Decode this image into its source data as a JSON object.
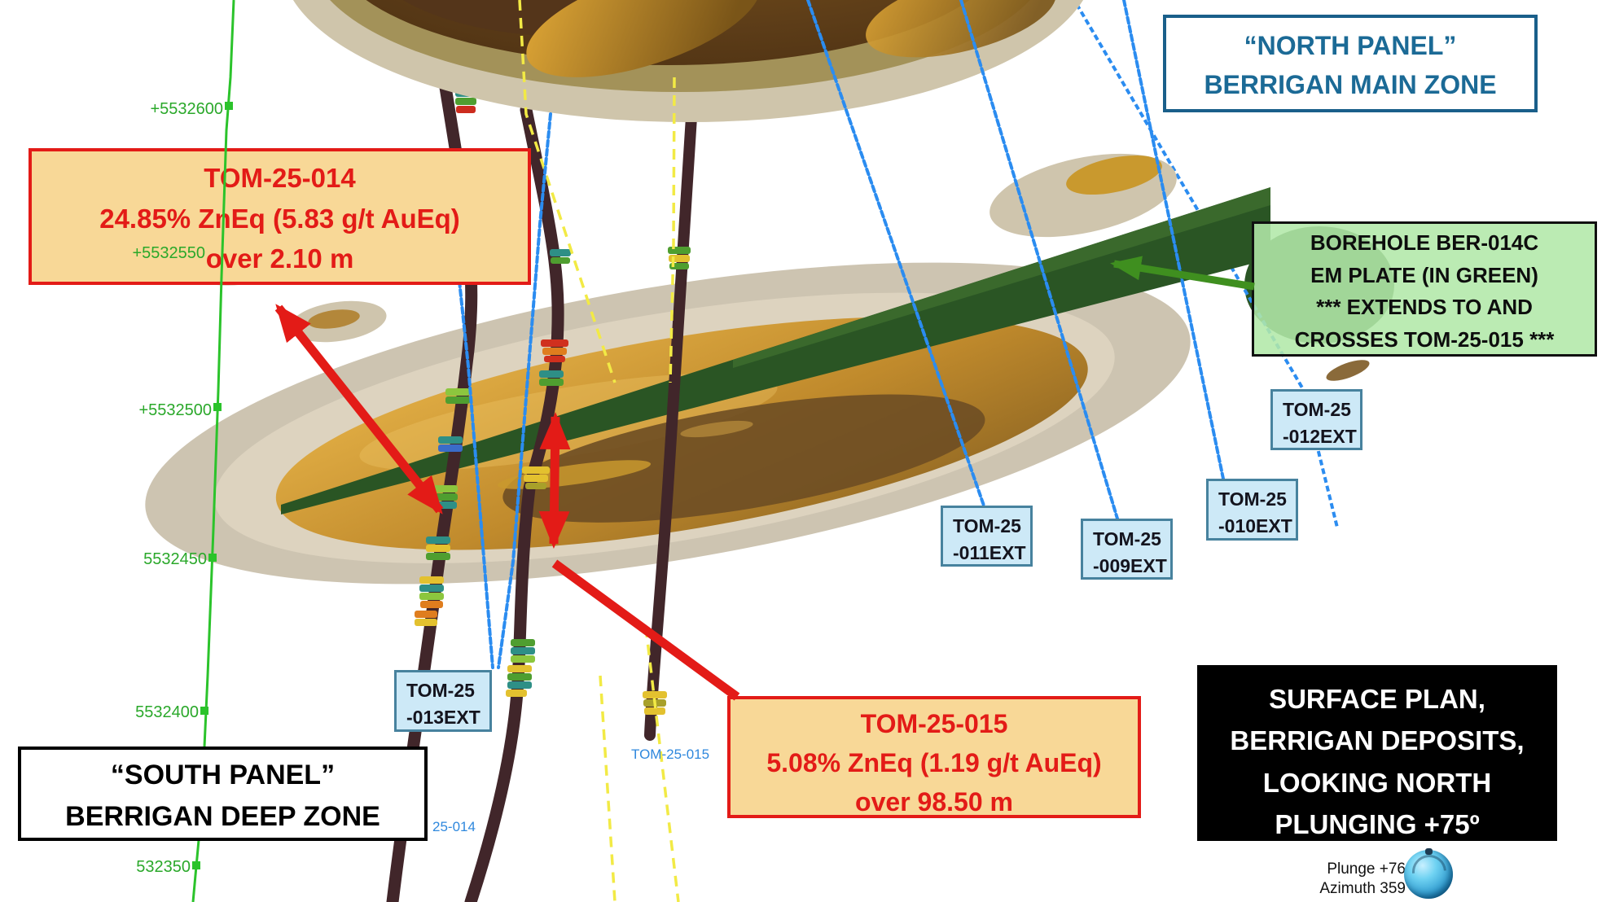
{
  "colors": {
    "result_accent": "#e31b17",
    "result_bg": "#f8d897",
    "north_panel_text": "#1b6a96",
    "hole_label_bg": "#cde9f7",
    "hole_label_border": "#47829e",
    "em_note_bg": "#b4e9ab",
    "em_plate_green": "#2a5524",
    "axis_green": "#2bc32b",
    "drill_line_blue": "#2b8cf0",
    "planned_line_yellow": "#f2ea45",
    "drill_trace_brown": "#41262a",
    "ore_gold": "#c9992e"
  },
  "scene": {
    "axis_labels": [
      "+5532600",
      "+5532550",
      "+5532500",
      "5532450",
      "5532400",
      "532350"
    ],
    "drill_trace_labels": {
      "tom_25_015": "TOM-25-015",
      "tom_25_014_partial": "25-014"
    }
  },
  "annotations": {
    "north_panel": {
      "line1": "“NORTH PANEL”",
      "line2": "BERRIGAN MAIN ZONE"
    },
    "south_panel": {
      "line1": "“SOUTH PANEL”",
      "line2": "BERRIGAN DEEP ZONE"
    },
    "result_014": {
      "line1": "TOM-25-014",
      "line2": "24.85% ZnEq (5.83 g/t AuEq)",
      "line3": "over 2.10 m"
    },
    "result_015": {
      "line1": "TOM-25-015",
      "line2": "5.08% ZnEq (1.19 g/t AuEq)",
      "line3": "over 98.50 m"
    },
    "em_plate_note": {
      "line1": "BOREHOLE BER-014C",
      "line2": "EM PLATE (IN GREEN)",
      "line3": "*** EXTENDS TO AND",
      "line4": "CROSSES TOM-25-015 ***"
    },
    "view_info": {
      "line1": "SURFACE PLAN,",
      "line2": "BERRIGAN DEPOSITS,",
      "line3": "LOOKING NORTH",
      "line4": "PLUNGING +75º"
    },
    "hole_labels": {
      "h013": {
        "line1": "TOM-25",
        "line2": "-013EXT"
      },
      "h011": {
        "line1": "TOM-25",
        "line2": "-011EXT"
      },
      "h009": {
        "line1": "TOM-25",
        "line2": "-009EXT"
      },
      "h010": {
        "line1": "TOM-25",
        "line2": "-010EXT"
      },
      "h012": {
        "line1": "TOM-25",
        "line2": "-012EXT"
      }
    },
    "orientation": {
      "plunge": "Plunge +76",
      "azimuth": "Azimuth 359"
    }
  }
}
